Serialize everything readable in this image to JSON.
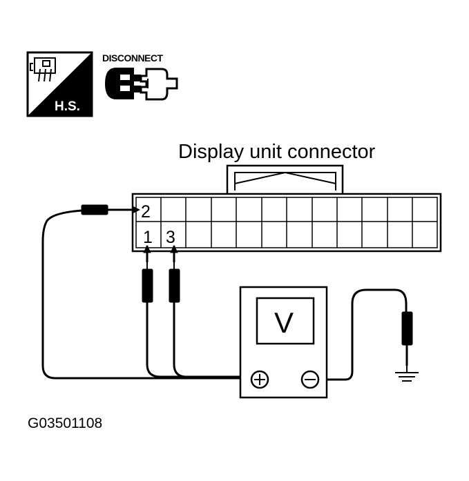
{
  "icons": {
    "harness_side": {
      "label": "H.S.",
      "icon": "harness-connector-icon"
    },
    "disconnect": {
      "label": "DISCONNECT",
      "icon": "connector-disconnect-icon"
    }
  },
  "connector": {
    "title": "Display unit connector",
    "pins": {
      "top_left": "2",
      "bottom_left": "1",
      "bottom_second": "3"
    }
  },
  "meter": {
    "display": "V",
    "positive": "+",
    "negative": "−"
  },
  "figure_id": "G03501108"
}
